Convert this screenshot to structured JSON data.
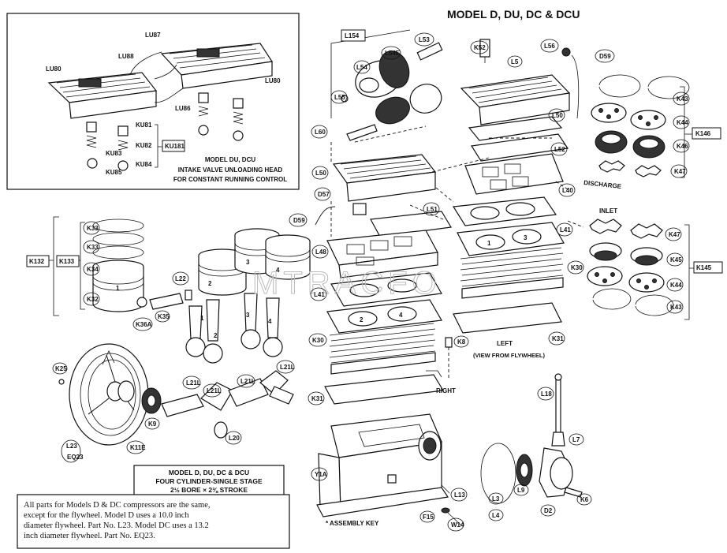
{
  "title": "MODEL D, DU, DC & DCU",
  "inset": {
    "title_line1": "MODEL DU, DCU",
    "title_line2": "INTAKE VALVE UNLOADING HEAD",
    "title_line3": "FOR CONSTANT RUNNING CONTROL",
    "labels": [
      "LU87",
      "LU88",
      "LU80",
      "LU80",
      "LU86",
      "KU81",
      "KU82",
      "KU83",
      "KU84",
      "KU85",
      "KU181"
    ]
  },
  "spec_box": {
    "line1": "MODEL D, DU, DC & DCU",
    "line2": "FOUR CYLINDER-SINGLE STAGE",
    "line3": "2½ BORE × 2⅜ STROKE"
  },
  "note_lines": [
    "All parts for Models D & DC compressors are the same,",
    "except for the flywheel. Model D uses a 10.0 inch",
    "diameter flywheel. Part No. L23. Model DC uses a 13.2",
    "inch diameter flywheel. Part No. EQ23."
  ],
  "annotations": {
    "assembly_key": "* ASSEMBLY KEY",
    "discharge": "DISCHARGE",
    "inlet": "INLET",
    "left": "LEFT",
    "view_from_flywheel": "(VIEW FROM FLYWHEEL)",
    "right": "RIGHT"
  },
  "watermark": "MTRACFO",
  "parts": {
    "L154": "L154",
    "L53": "L53",
    "L54": "L54",
    "L54E": "L54E",
    "L55": "L55",
    "L60": "L60",
    "K52": "K52",
    "L5": "L5",
    "L56": "L56",
    "D59_top": "D59",
    "L50_top": "L50",
    "L52": "L52",
    "K43": "K43",
    "K44": "K44",
    "K46": "K46",
    "K47": "K47",
    "K146": "K146",
    "L40": "L40",
    "L50": "L50",
    "D57": "D57",
    "D59": "D59",
    "L51": "L51",
    "L48": "L48",
    "L41_left": "L41",
    "L41": "L41",
    "K30_left": "K30",
    "K30": "K30",
    "K8": "K8",
    "K31_left": "K31",
    "K31": "K31",
    "K47b": "K47",
    "K45": "K45",
    "K44b": "K44",
    "K43b": "K43",
    "K145": "K145",
    "K132": "K132",
    "K133": "K133",
    "K33a": "K33",
    "K33b": "K33",
    "K34": "K34",
    "K32": "K32",
    "K36A": "K36A",
    "K35": "K35",
    "L22": "L22",
    "L21L_a": "L21L",
    "L21L_b": "L21L",
    "L21L_c": "L21L",
    "L21L_d": "L21L",
    "K25": "K25",
    "L23": "L23",
    "EQ23": "EQ23",
    "K11E": "K11E",
    "K9": "K9",
    "L20": "L20",
    "Y1A": "Y1A",
    "L13": "L13",
    "F15": "F15",
    "W14": "W14",
    "L18": "L18",
    "L7": "L7",
    "L3": "L3",
    "L4": "L4",
    "L9": "L9",
    "D2": "D2",
    "K6": "K6"
  },
  "cylinder_numbers": [
    "1",
    "2",
    "3",
    "4"
  ]
}
